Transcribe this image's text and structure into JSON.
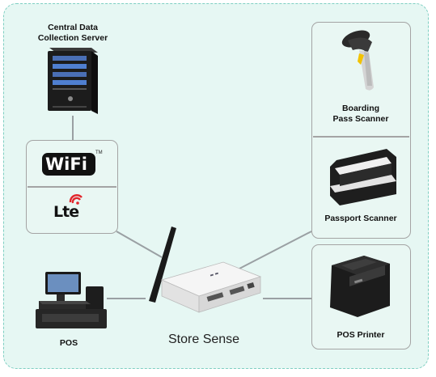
{
  "diagram": {
    "nodes": {
      "server": {
        "label": "Central Data\nCollection Server",
        "icon": "server-tower-icon"
      },
      "wifi": {
        "label": "WiFi",
        "tm": "TM",
        "icon": "wifi-logo-icon"
      },
      "lte": {
        "label": "Lte",
        "icon": "lte-logo-icon"
      },
      "pos": {
        "label": "POS",
        "icon": "pos-terminal-icon"
      },
      "hub": {
        "label": "Store Sense",
        "icon": "router-icon"
      },
      "boarding_scanner": {
        "label": "Boarding\nPass Scanner",
        "icon": "barcode-scanner-icon"
      },
      "passport_scanner": {
        "label": "Passport Scanner",
        "icon": "passport-scanner-icon"
      },
      "pos_printer": {
        "label": "POS Printer",
        "icon": "receipt-printer-icon"
      }
    },
    "colors": {
      "frame_fill": "#e6f7f3",
      "frame_border": "#7fcfc2",
      "box_border": "#a4a4a4",
      "connector": "#9aa0a3"
    }
  }
}
